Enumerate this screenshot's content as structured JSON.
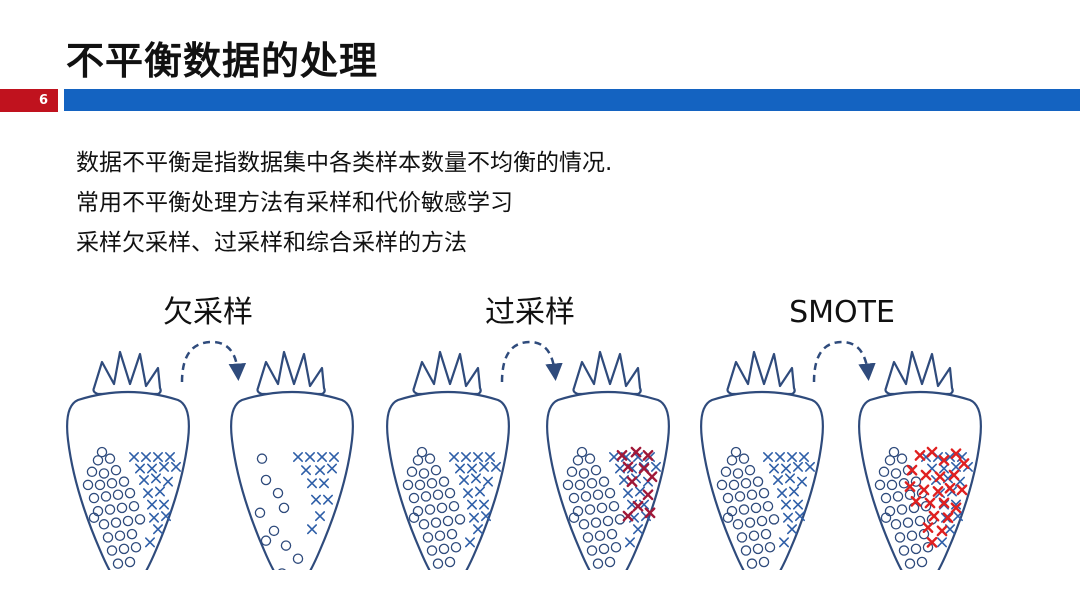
{
  "page": {
    "title": "不平衡数据的处理",
    "page_number": "6"
  },
  "bullets": [
    "数据不平衡是指数据集中各类样本数量不均衡的情况.",
    "常用不平衡处理方法有采样和代价敏感学习",
    "采样欠采样、过采样和综合采样的方法"
  ],
  "stages": [
    {
      "label": "欠采样"
    },
    {
      "label": "过采样"
    },
    {
      "label": "SMOTE"
    }
  ],
  "colors": {
    "accent_red": "#c0121e",
    "accent_blue": "#1463c1",
    "outline": "#2f4b7c",
    "majority_circle": "#2f4b7c",
    "minority_x": "#2f5fa8",
    "oversampled_x": "#a01838",
    "synthetic_x": "#e02020"
  },
  "icons": {
    "strawberry": "strawberry-outline-icon",
    "arrow": "dashed-curved-arrow-icon",
    "majority": "circle-sample-icon",
    "minority": "x-sample-icon"
  }
}
